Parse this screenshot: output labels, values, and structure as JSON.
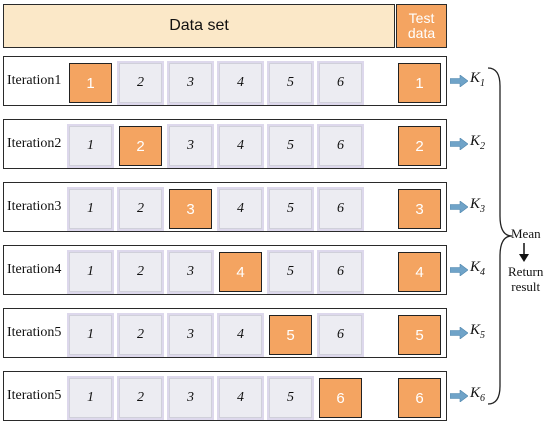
{
  "header": {
    "data_set": "Data set",
    "test_data": "Test\ndata"
  },
  "rows": [
    {
      "label": "Iteration1",
      "cells": [
        "1",
        "2",
        "3",
        "4",
        "5",
        "6"
      ],
      "test_index": 0,
      "test_value": "1",
      "k": "K",
      "k_sub": "1"
    },
    {
      "label": "Iteration2",
      "cells": [
        "1",
        "2",
        "3",
        "4",
        "5",
        "6"
      ],
      "test_index": 1,
      "test_value": "2",
      "k": "K",
      "k_sub": "2"
    },
    {
      "label": "Iteration3",
      "cells": [
        "1",
        "2",
        "3",
        "4",
        "5",
        "6"
      ],
      "test_index": 2,
      "test_value": "3",
      "k": "K",
      "k_sub": "3"
    },
    {
      "label": "Iteration4",
      "cells": [
        "1",
        "2",
        "3",
        "4",
        "5",
        "6"
      ],
      "test_index": 3,
      "test_value": "4",
      "k": "K",
      "k_sub": "4"
    },
    {
      "label": "Iteration5",
      "cells": [
        "1",
        "2",
        "3",
        "4",
        "5",
        "6"
      ],
      "test_index": 4,
      "test_value": "5",
      "k": "K",
      "k_sub": "5"
    },
    {
      "label": "Iteration5",
      "cells": [
        "1",
        "2",
        "3",
        "4",
        "5",
        "6"
      ],
      "test_index": 5,
      "test_value": "6",
      "k": "K",
      "k_sub": "6"
    }
  ],
  "aggregate": {
    "mean": "Mean",
    "return_line1": "Return",
    "return_line2": "result"
  },
  "colors": {
    "test_fill": "#f4a461",
    "header_fill": "#fbe8c8",
    "train_fill": "#ececf2",
    "arrow": "#6fa3c8"
  }
}
